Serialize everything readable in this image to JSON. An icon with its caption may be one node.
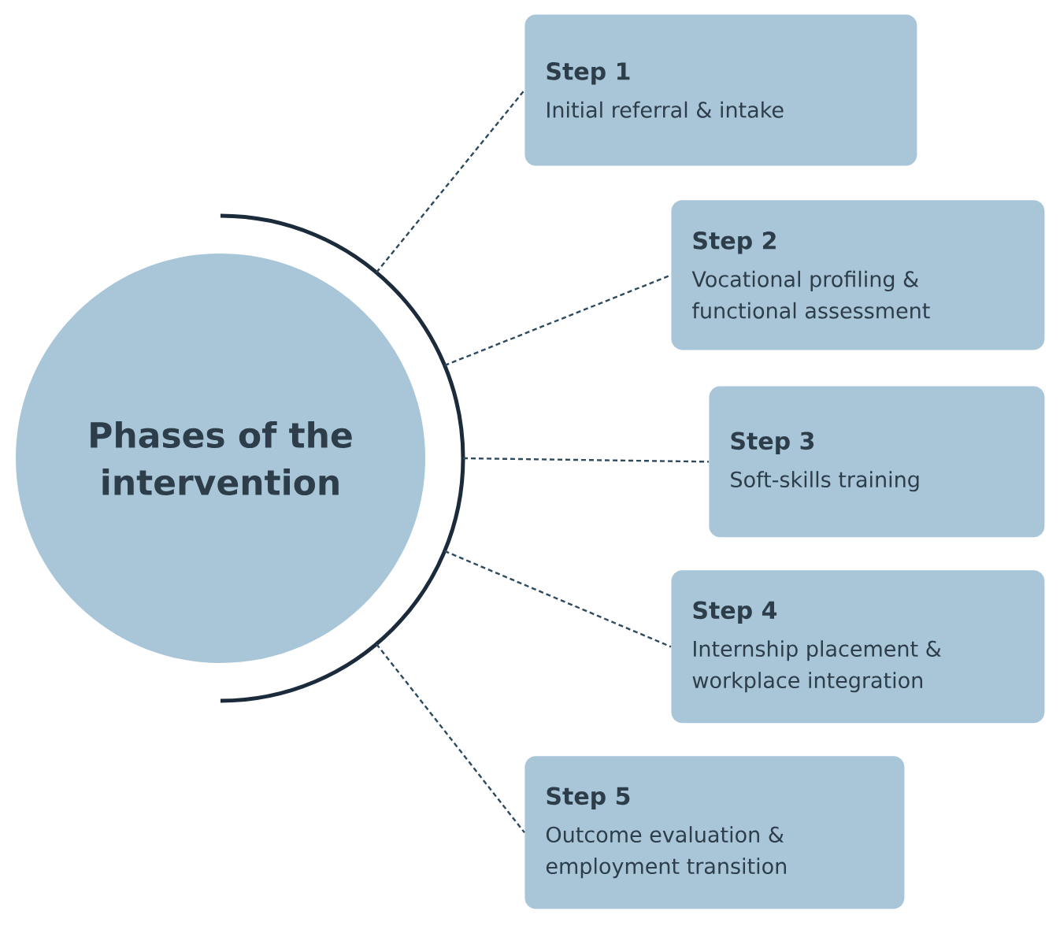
{
  "diagram": {
    "nodes": [
      {
        "text": [
          "Phases of the intervention"
        ]
      },
      {
        "text": [
          "Step 1",
          "Initial referral & intake"
        ]
      },
      {
        "text": [
          "Step 2",
          "Vocational profiling & functional assessment"
        ]
      },
      {
        "text": [
          "Step 3",
          "Soft-skills training"
        ]
      },
      {
        "text": [
          "Step 4",
          "Internship placement & workplace integration"
        ]
      },
      {
        "text": [
          "Step 5",
          "Outcome evaluation & employment transition"
        ]
      }
    ],
    "edges": [
      {
        "from": 0,
        "to": 1,
        "arrow": "none",
        "style": "dashed"
      },
      {
        "from": 0,
        "to": 2,
        "arrow": "none",
        "style": "dashed"
      },
      {
        "from": 0,
        "to": 3,
        "arrow": "none",
        "style": "dashed"
      },
      {
        "from": 0,
        "to": 4,
        "arrow": "none",
        "style": "dashed"
      },
      {
        "from": 0,
        "to": 5,
        "arrow": "none",
        "style": "dashed"
      }
    ]
  }
}
